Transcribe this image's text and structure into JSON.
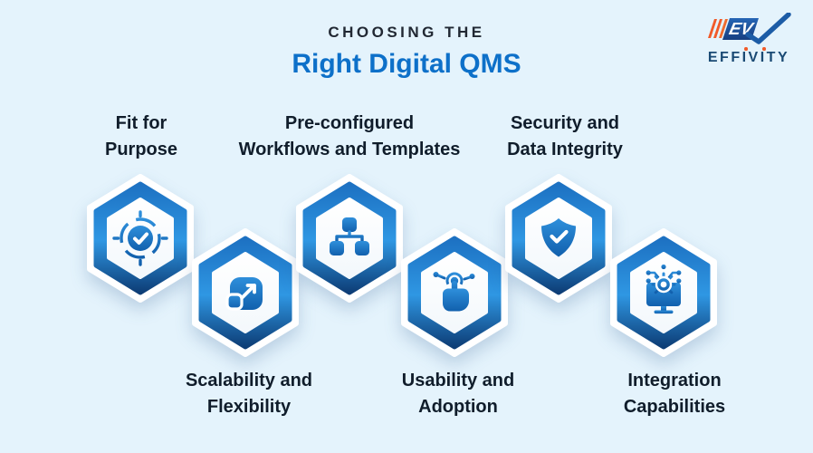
{
  "header": {
    "kicker": "CHOOSING THE",
    "title": "Right Digital QMS"
  },
  "logo": {
    "emblem_text": "EV",
    "word": {
      "part1": "EFF",
      "i": "I",
      "part2": "V",
      "part3": "TY"
    }
  },
  "items": [
    {
      "icon": "target-check-icon",
      "label_line1": "Fit for",
      "label_line2": "Purpose",
      "label_position": "top"
    },
    {
      "icon": "scale-expand-icon",
      "label_line1": "Scalability and",
      "label_line2": "Flexibility",
      "label_position": "bottom"
    },
    {
      "icon": "workflow-hierarchy-icon",
      "label_line1": "Pre-configured",
      "label_line2": "Workflows and Templates",
      "label_position": "top"
    },
    {
      "icon": "tap-gesture-icon",
      "label_line1": "Usability and",
      "label_line2": "Adoption",
      "label_position": "bottom"
    },
    {
      "icon": "shield-check-icon",
      "label_line1": "Security and",
      "label_line2": "Data Integrity",
      "label_position": "top"
    },
    {
      "icon": "integration-monitor-icon",
      "label_line1": "Integration",
      "label_line2": "Capabilities",
      "label_position": "bottom"
    }
  ],
  "colors": {
    "background": "#e4f3fc",
    "kicker_dark": "#212833",
    "title_blue": "#0d70c9",
    "label_dark": "#101d2b",
    "hex_blue_top": "#1d71c2",
    "hex_blue_mid": "#2f97e3",
    "hex_blue_bottom": "#0d3d76",
    "icon_blue": "#1b74c7",
    "logo_navy": "#1a4a74",
    "logo_orange": "#f15a29"
  }
}
